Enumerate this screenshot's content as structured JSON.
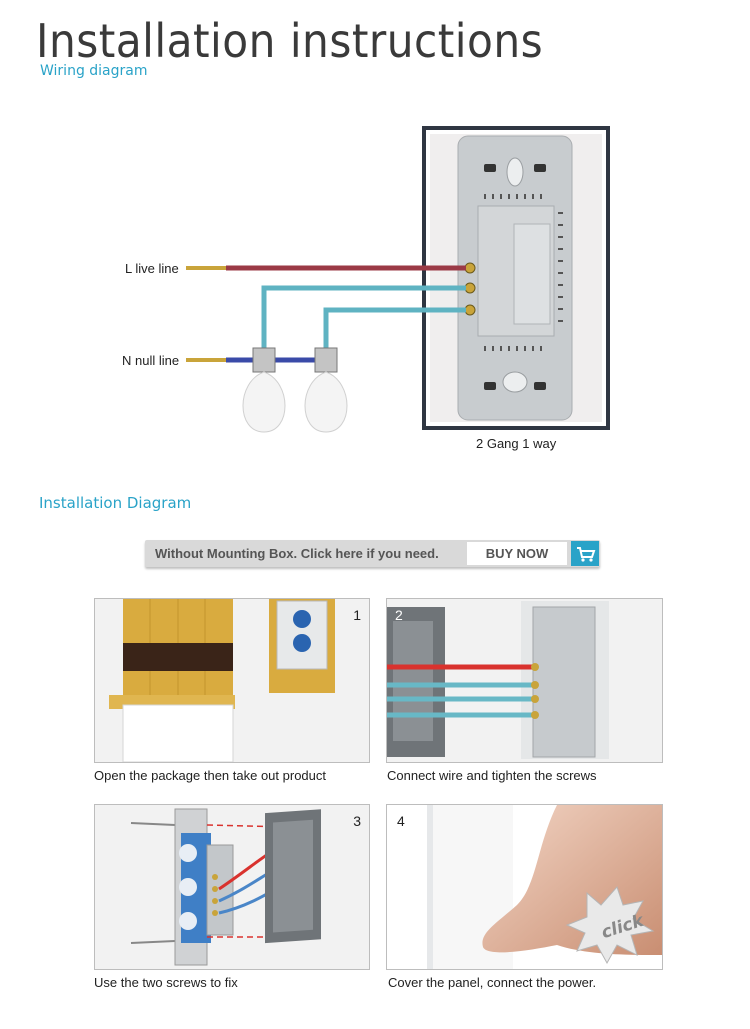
{
  "header": {
    "title": "Installation instructions",
    "wiring_subtitle": "Wiring diagram"
  },
  "wiring": {
    "live_label": "L live line",
    "null_label": "N null line",
    "switch_caption": "2 Gang 1 way",
    "wire_colors": {
      "live": "#9b3a46",
      "neutral": "#3a4aa8",
      "switched": "#5fb3c2"
    }
  },
  "installation": {
    "subtitle": "Installation Diagram",
    "buy_bar": {
      "text": "Without Mounting Box. Click here if you need.",
      "button": "BUY NOW",
      "icon": "cart-icon"
    },
    "steps": [
      {
        "number": "1",
        "caption": "Open the package then take out product"
      },
      {
        "number": "2",
        "caption": "Connect wire and tighten the screws"
      },
      {
        "number": "3",
        "caption": "Use the two screws to fix"
      },
      {
        "number": "4",
        "caption": "Cover the panel, connect the power.",
        "badge": "click"
      }
    ]
  },
  "colors": {
    "accent": "#2aa3c8"
  }
}
